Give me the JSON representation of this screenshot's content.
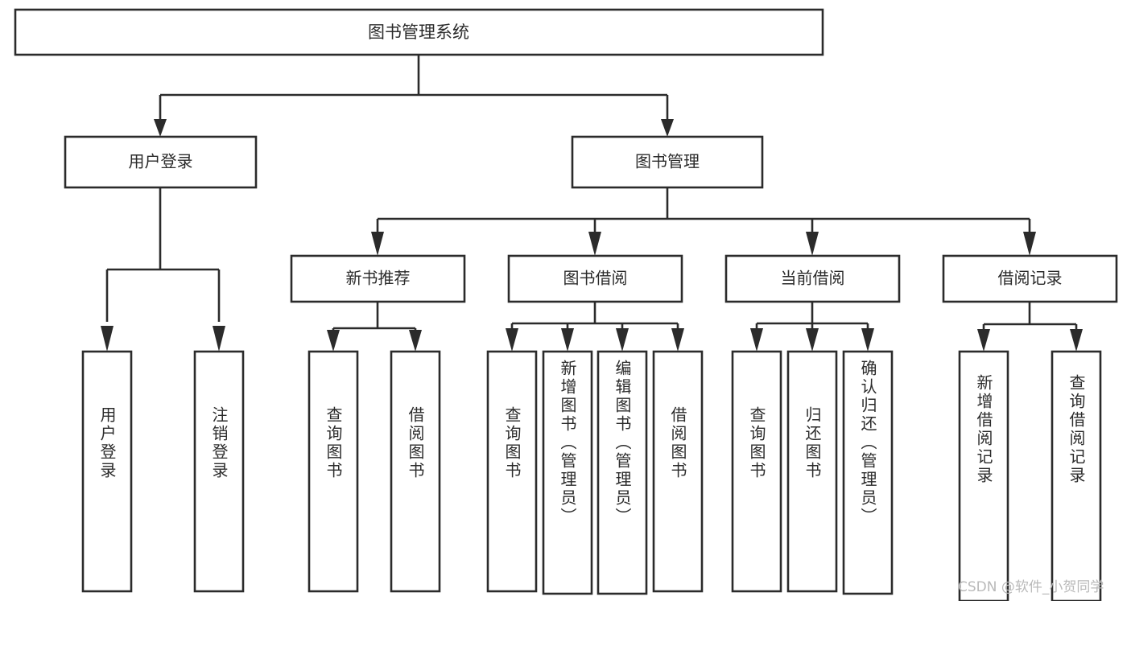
{
  "diagram": {
    "type": "tree",
    "orientation": "top-down",
    "title": "图书管理系统",
    "colors": {
      "box_fill": "#ffffff",
      "box_stroke": "#2b2b2b",
      "text": "#2b2b2b",
      "background": "#ffffff",
      "watermark": "#b9b9b9"
    },
    "root": {
      "label": "图书管理系统"
    },
    "level2": [
      {
        "label": "用户登录"
      },
      {
        "label": "图书管理"
      }
    ],
    "level3": [
      {
        "label": "新书推荐"
      },
      {
        "label": "图书借阅"
      },
      {
        "label": "当前借阅"
      },
      {
        "label": "借阅记录"
      }
    ],
    "leaves": {
      "user_login": [
        {
          "label": "用户登录"
        },
        {
          "label": "注销登录"
        }
      ],
      "new_book_recommend": [
        {
          "label": "查询图书"
        },
        {
          "label": "借阅图书"
        }
      ],
      "book_borrow": [
        {
          "label": "查询图书"
        },
        {
          "label": "新增图书（管理员）"
        },
        {
          "label": "编辑图书（管理员）"
        },
        {
          "label": "借阅图书"
        }
      ],
      "current_borrow": [
        {
          "label": "查询图书"
        },
        {
          "label": "归还图书"
        },
        {
          "label": "确认归还（管理员）"
        }
      ],
      "borrow_record": [
        {
          "label": "新增借阅记录"
        },
        {
          "label": "查询借阅记录"
        }
      ]
    }
  },
  "watermark": {
    "text": "CSDN @软件_小贺同学"
  }
}
